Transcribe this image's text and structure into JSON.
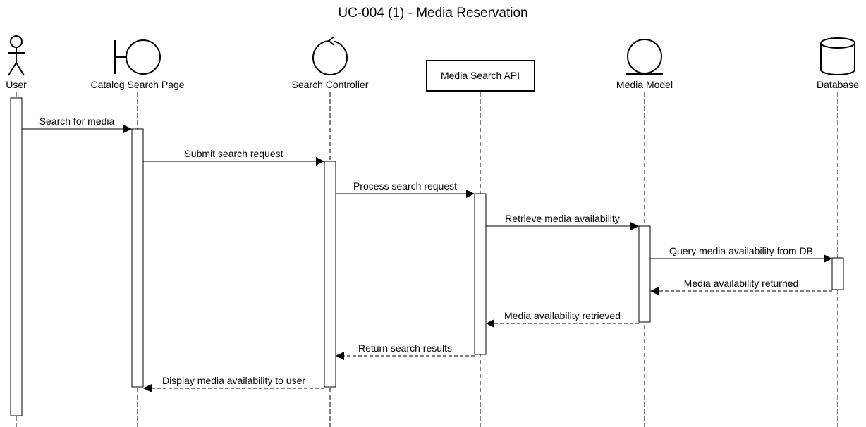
{
  "title": "UC-004 (1) - Media Reservation",
  "participants": [
    {
      "id": "user",
      "label": "User",
      "kind": "actor"
    },
    {
      "id": "page",
      "label": "Catalog Search Page",
      "kind": "boundary"
    },
    {
      "id": "ctrl",
      "label": "Search Controller",
      "kind": "control"
    },
    {
      "id": "api",
      "label": "Media Search API",
      "kind": "participant"
    },
    {
      "id": "model",
      "label": "Media Model",
      "kind": "entity"
    },
    {
      "id": "db",
      "label": "Database",
      "kind": "database"
    }
  ],
  "messages": [
    {
      "from": "user",
      "to": "page",
      "label": "Search for media",
      "type": "sync"
    },
    {
      "from": "page",
      "to": "ctrl",
      "label": "Submit search request",
      "type": "sync"
    },
    {
      "from": "ctrl",
      "to": "api",
      "label": "Process search request",
      "type": "sync"
    },
    {
      "from": "api",
      "to": "model",
      "label": "Retrieve media availability",
      "type": "sync"
    },
    {
      "from": "model",
      "to": "db",
      "label": "Query media availability from DB",
      "type": "sync"
    },
    {
      "from": "db",
      "to": "model",
      "label": "Media availability returned",
      "type": "reply"
    },
    {
      "from": "model",
      "to": "api",
      "label": "Media availability retrieved",
      "type": "reply"
    },
    {
      "from": "api",
      "to": "ctrl",
      "label": "Return search results",
      "type": "reply"
    },
    {
      "from": "ctrl",
      "to": "page",
      "label": "Display media availability to user",
      "type": "reply"
    }
  ]
}
